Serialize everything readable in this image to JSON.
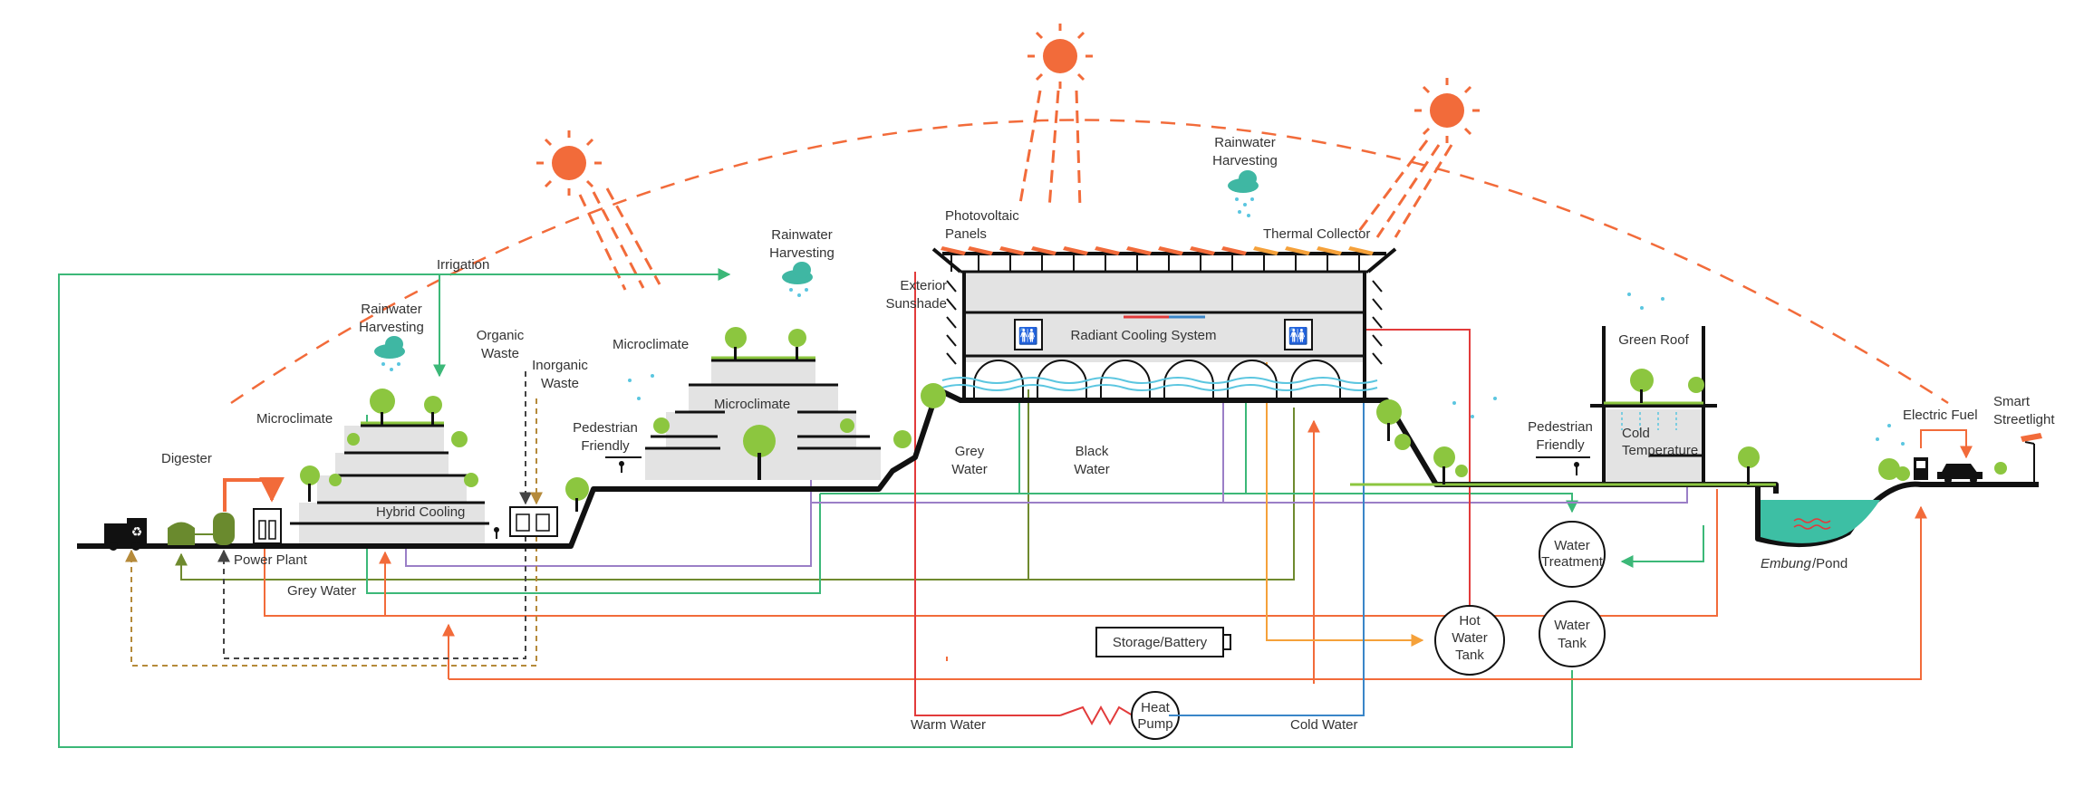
{
  "labels": {
    "irrigation": "Irrigation",
    "rainwater_harvesting_1_l1": "Rainwater",
    "rainwater_harvesting_1_l2": "Harvesting",
    "rainwater_harvesting_2_l1": "Rainwater",
    "rainwater_harvesting_2_l2": "Harvesting",
    "rainwater_harvesting_3_l1": "Rainwater",
    "rainwater_harvesting_3_l2": "Harvesting",
    "microclimate_1": "Microclimate",
    "microclimate_2": "Microclimate",
    "microclimate_3": "Microclimate",
    "organic_waste_l1": "Organic",
    "organic_waste_l2": "Waste",
    "inorganic_waste_l1": "Inorganic",
    "inorganic_waste_l2": "Waste",
    "digester": "Digester",
    "power_plant": "Power Plant",
    "hybrid_cooling": "Hybrid Cooling",
    "grey_water_bottom": "Grey Water",
    "pedestrian_friendly_1_l1": "Pedestrian",
    "pedestrian_friendly_1_l2": "Friendly",
    "pedestrian_friendly_2_l1": "Pedestrian",
    "pedestrian_friendly_2_l2": "Friendly",
    "photovoltaic_l1": "Photovoltaic",
    "photovoltaic_l2": "Panels",
    "exterior_sunshade_l1": "Exterior",
    "exterior_sunshade_l2": "Sunshade",
    "thermal_collector": "Thermal Collector",
    "radiant_cooling": "Radiant Cooling System",
    "grey_water_mid_l1": "Grey",
    "grey_water_mid_l2": "Water",
    "black_water_l1": "Black",
    "black_water_l2": "Water",
    "green_roof": "Green Roof",
    "cold_temperature_l1": "Cold",
    "cold_temperature_l2": "Temperature",
    "water_treatment_l1": "Water",
    "water_treatment_l2": "Treatment",
    "hot_water_tank_l1": "Hot",
    "hot_water_tank_l2": "Water",
    "hot_water_tank_l3": "Tank",
    "water_tank_l1": "Water",
    "water_tank_l2": "Tank",
    "storage_battery": "Storage/Battery",
    "heat_pump_l1": "Heat",
    "heat_pump_l2": "Pump",
    "warm_water": "Warm Water",
    "cold_water": "Cold Water",
    "embung": "Embung",
    "pond": "/Pond",
    "electric_fuel": "Electric Fuel",
    "smart_streetlight_l1": "Smart",
    "smart_streetlight_l2": "Streetlight"
  },
  "colors": {
    "sun": "#f26b3a",
    "ground": "#111111",
    "building": "#e3e3e3",
    "tree": "#8cc63f",
    "tree_dark": "#6a9a2e",
    "cloud": "#3fb7a3",
    "irrigation_line": "#3cb878",
    "grey_water_line": "#6f8a2e",
    "power_line": "#f26b3a",
    "purple_line": "#9b7fc7",
    "cold_line": "#3a86c8",
    "hot_line": "#e23b3b",
    "thermal_line": "#f5a13a",
    "pond_water": "#3dbfa4",
    "waste_dash": "#b58a3a"
  }
}
